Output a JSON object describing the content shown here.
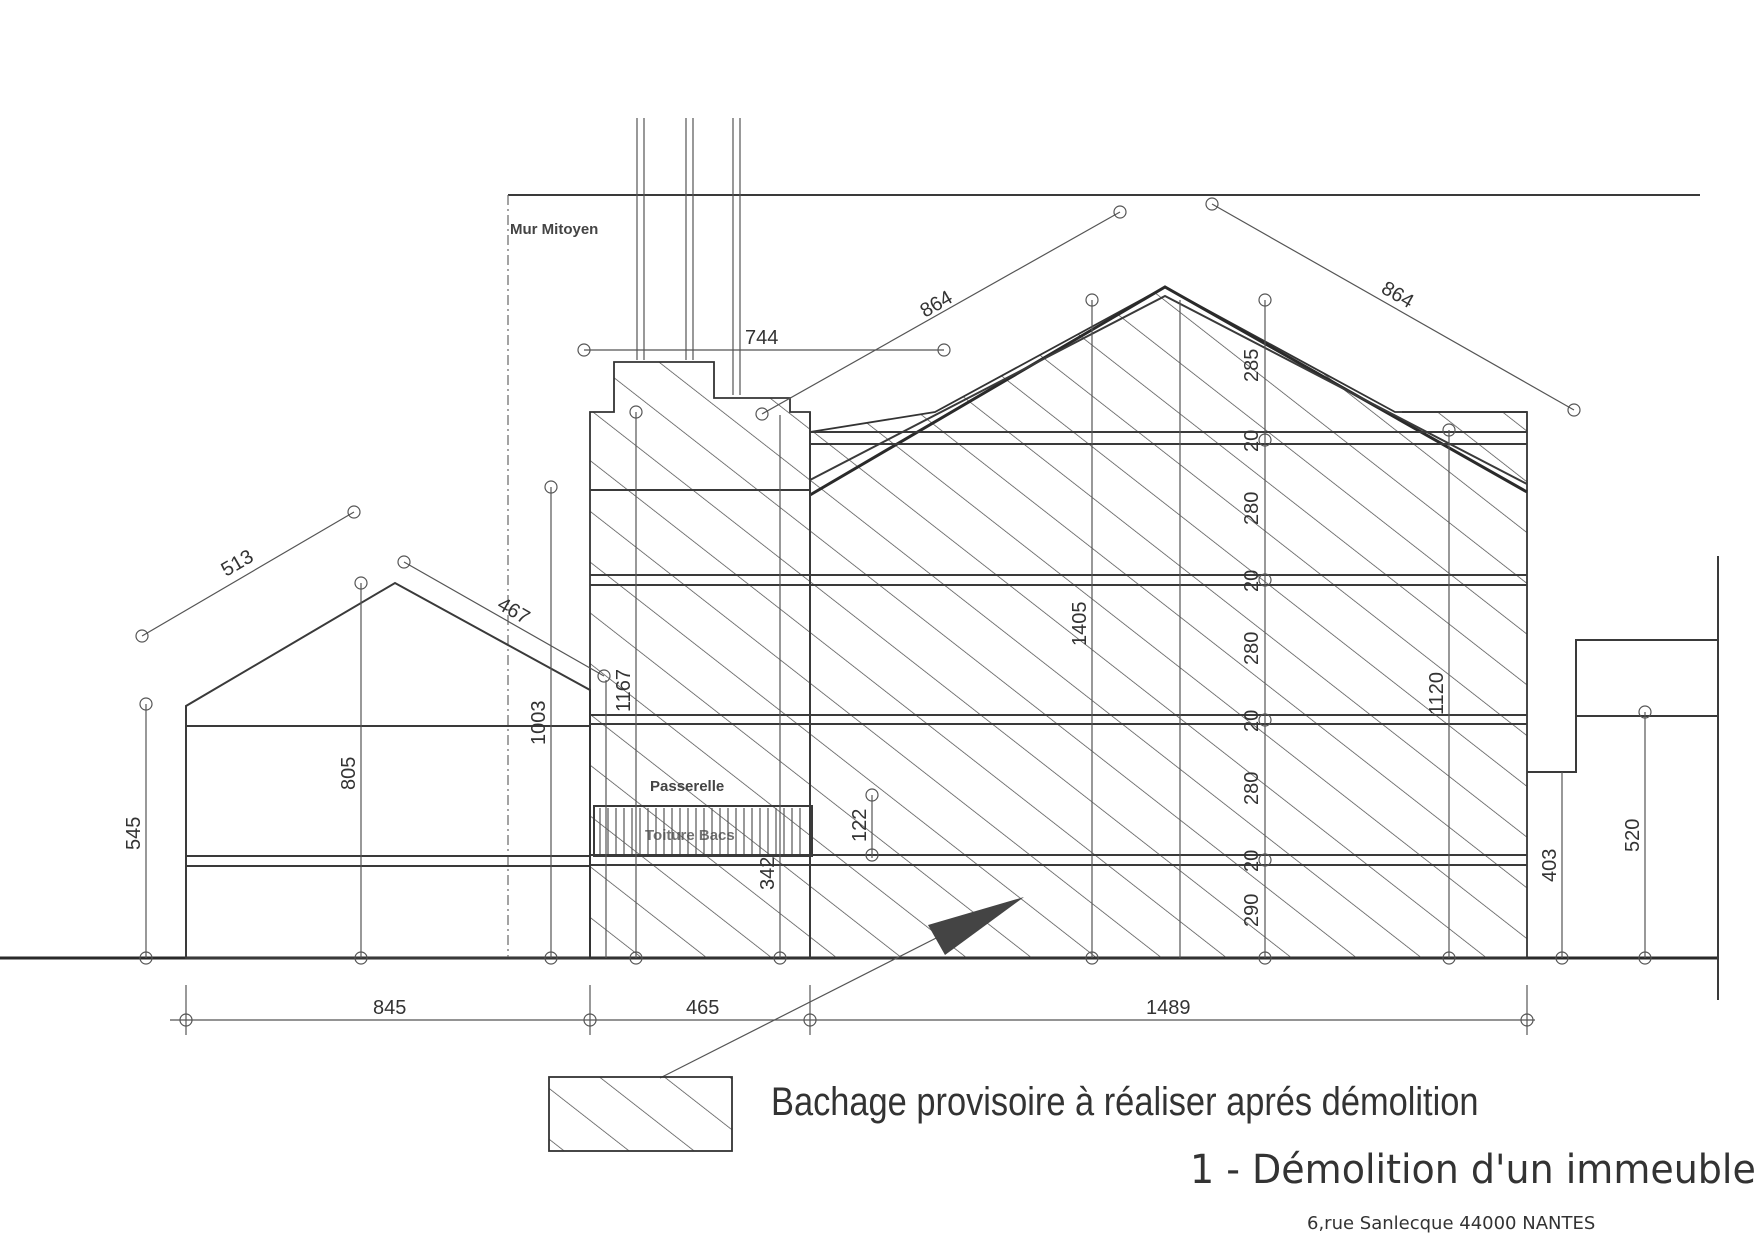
{
  "labels": {
    "party_wall": "Mur Mitoyen",
    "walkway": "Passerelle",
    "roof_note": "Toiture Bacs"
  },
  "dimensions": {
    "top_width": "744",
    "rake_left_main": "864",
    "rake_right_main": "864",
    "rake_left_small": "513",
    "rake_right_small": "467",
    "ridge_height": "285",
    "floor_slab_1": "20",
    "floor_slab_2": "20",
    "floor_slab_3": "20",
    "floor_slab_4": "20",
    "storey_1": "280",
    "storey_2": "280",
    "storey_3": "280",
    "ground_storey": "290",
    "total_height": "1405",
    "eave_height": "1120",
    "height_1167": "1167",
    "height_1003": "1003",
    "height_805": "805",
    "height_545": "545",
    "height_122": "122",
    "height_342": "342",
    "height_403": "403",
    "height_520": "520",
    "width_left": "845",
    "width_middle": "465",
    "width_right": "1489"
  },
  "legend": {
    "caption": "Bachage provisoire à réaliser aprés démolition"
  },
  "project": {
    "title": "1 - Démolition d'un immeuble",
    "address": "6,rue Sanlecque 44000 NANTES"
  }
}
